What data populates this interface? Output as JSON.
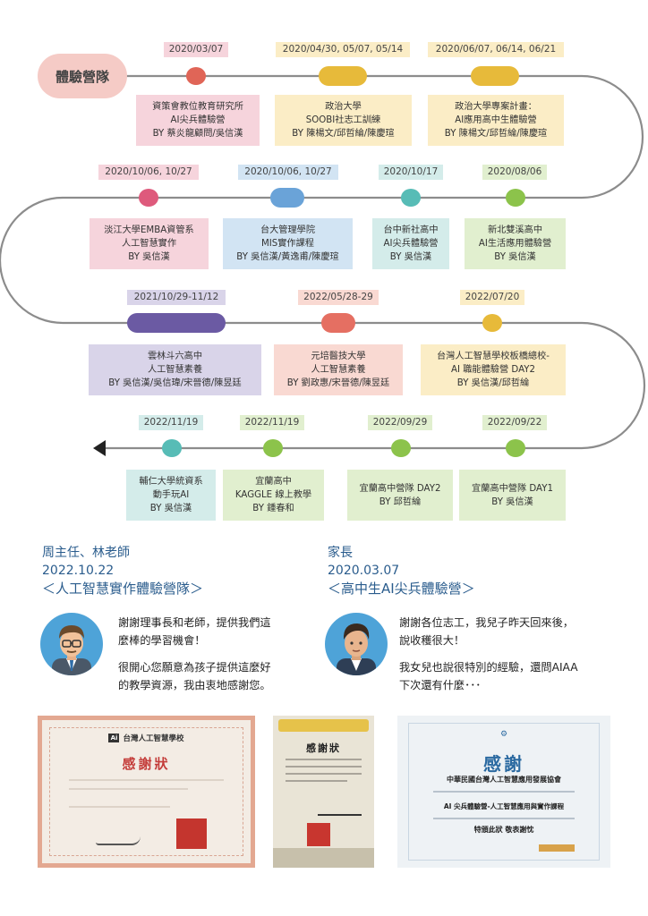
{
  "timeline_title": "體驗營隊",
  "row1": [
    {
      "date": "2020/03/07",
      "lines": [
        "資策會教位教育研究所",
        "AI尖兵體驗營",
        "BY 蔡炎龍顧問/吳信漢"
      ]
    },
    {
      "date": "2020/04/30, 05/07, 05/14",
      "lines": [
        "政治大學",
        "SOOBI社志工訓練",
        "BY 陳楊文/邱哲綸/陳慶瑄"
      ]
    },
    {
      "date": "2020/06/07, 06/14, 06/21",
      "lines": [
        "政治大學專案計畫：",
        "AI應用高中生體驗營",
        "BY 陳楊文/邱哲綸/陳慶瑄"
      ]
    }
  ],
  "row2": [
    {
      "date": "2020/10/06, 10/27",
      "lines": [
        "淡江大學EMBA資管系",
        "人工智慧實作",
        "BY 吳信漢"
      ]
    },
    {
      "date": "2020/10/06, 10/27",
      "lines": [
        "台大管理學院",
        "MIS實作課程",
        "BY 吳信漢/黃逸甫/陳慶瑄"
      ]
    },
    {
      "date": "2020/10/17",
      "lines": [
        "台中新社高中",
        "AI尖兵體驗營",
        "BY 吳信漢"
      ]
    },
    {
      "date": "2020/08/06",
      "lines": [
        "新北雙溪高中",
        "AI生活應用體驗營",
        "BY 吳信漢"
      ]
    }
  ],
  "row3": [
    {
      "date": "2021/10/29-11/12",
      "lines": [
        "雲林斗六高中",
        "人工智慧素養",
        "BY 吳信漢/吳信瑋/宋晉德/陳昱廷"
      ]
    },
    {
      "date": "2022/05/28-29",
      "lines": [
        "元培醫技大學",
        "人工智慧素養",
        "BY 劉政惠/宋晉德/陳昱廷"
      ]
    },
    {
      "date": "2022/07/20",
      "lines": [
        "台灣人工智慧學校板橋總校-",
        "AI 職能體驗營 DAY2",
        "BY 吳信漢/邱哲綸"
      ]
    }
  ],
  "row4": [
    {
      "date": "2022/11/19",
      "lines": [
        "輔仁大學統資系",
        "動手玩AI",
        "BY 吳信漢"
      ]
    },
    {
      "date": "2022/11/19",
      "lines": [
        "宜蘭高中",
        "KAGGLE 線上教學",
        "BY 鍾春和"
      ]
    },
    {
      "date": "2022/09/29",
      "lines": [
        "宜蘭高中營隊 DAY2",
        "BY 邱哲綸"
      ]
    },
    {
      "date": "2022/09/22",
      "lines": [
        "宜蘭高中營隊 DAY1",
        "BY 吳信漢"
      ]
    }
  ],
  "testimonials": [
    {
      "author": "周主任、林老師",
      "date": "2022.10.22",
      "event": "＜人工智慧實作體驗營隊＞",
      "paragraphs": [
        "謝謝理事長和老師，提供我們這麼棒的學習機會！",
        "很開心您願意為孩子提供這麼好的教學資源，我由衷地感謝您。"
      ],
      "lines": [
        [
          "謝謝理事長和老師，提供我們這",
          "麼棒的學習機會！"
        ],
        [
          "很開心您願意為孩子提供這麼好",
          "的教學資源，我由衷地感謝您。"
        ]
      ],
      "avatar": "teacher-avatar"
    },
    {
      "author": "家長",
      "date": "2020.03.07",
      "event": "＜高中生AI尖兵體驗營＞",
      "paragraphs": [
        "謝謝各位志工，我兒子昨天回來後，說收穫很大！",
        "我女兒也說很特別的經驗，還問AIAA下次還有什麼･･･"
      ],
      "lines": [
        [
          "謝謝各位志工，我兒子昨天回來後，",
          "說收穫很大！"
        ],
        [
          "我女兒也說很特別的經驗，還問AIAA",
          "下次還有什麼･･･"
        ]
      ],
      "avatar": "parent-avatar"
    }
  ],
  "certificates": [
    {
      "org": "台灣人工智慧學校",
      "title": "感謝狀"
    },
    {
      "org": "",
      "title": "感謝狀"
    },
    {
      "org": "中華民國台灣人工智慧應用發展協會",
      "title": "感謝",
      "subtitle": "AI 尖兵體驗營-人工智慧應用與實作課程",
      "closing": "特頒此狀 敬表謝忱"
    }
  ],
  "colors": {
    "pink": "#de5a7c",
    "red": "#e06557",
    "yellow": "#e7ba3a",
    "blue": "#6aa3d8",
    "teal": "#57bcb6",
    "green": "#8cc34b",
    "purple": "#6b5aa3",
    "salmon": "#e56f62",
    "track": "#8c8c8c",
    "pill": "#f5cbc6"
  }
}
